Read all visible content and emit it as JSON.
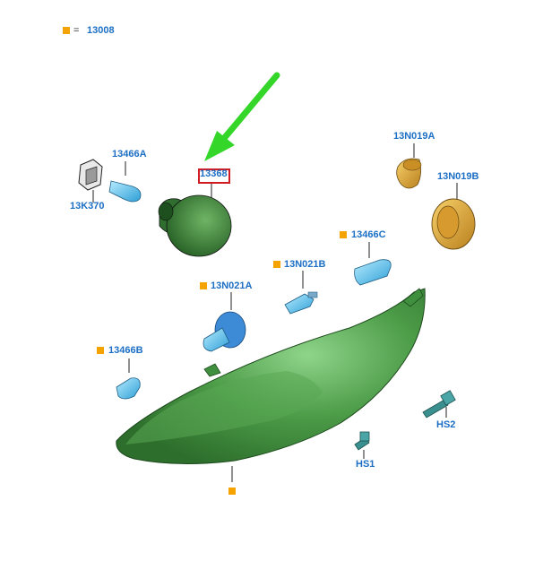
{
  "legend": {
    "symbol": "=",
    "part": "13008"
  },
  "labels": {
    "p13368": "13368",
    "p13466A": "13466A",
    "p13K370": "13K370",
    "p13N019A": "13N019A",
    "p13N019B": "13N019B",
    "p13466C": "13466C",
    "p13N021B": "13N021B",
    "p13N021A": "13N021A",
    "p13466B": "13466B",
    "pHS2": "HS2",
    "pHS1": "HS1"
  },
  "colors": {
    "label": "#1c6fc4",
    "marker": "#f5a300",
    "highlight_box": "#d01b22",
    "arrow": "#35d62a",
    "headlamp": "#3f8f3f",
    "bulb": "#67c7f0",
    "ring": "#e0a82e"
  },
  "icons": [
    "orange-square-marker",
    "green-pointer-arrow"
  ]
}
